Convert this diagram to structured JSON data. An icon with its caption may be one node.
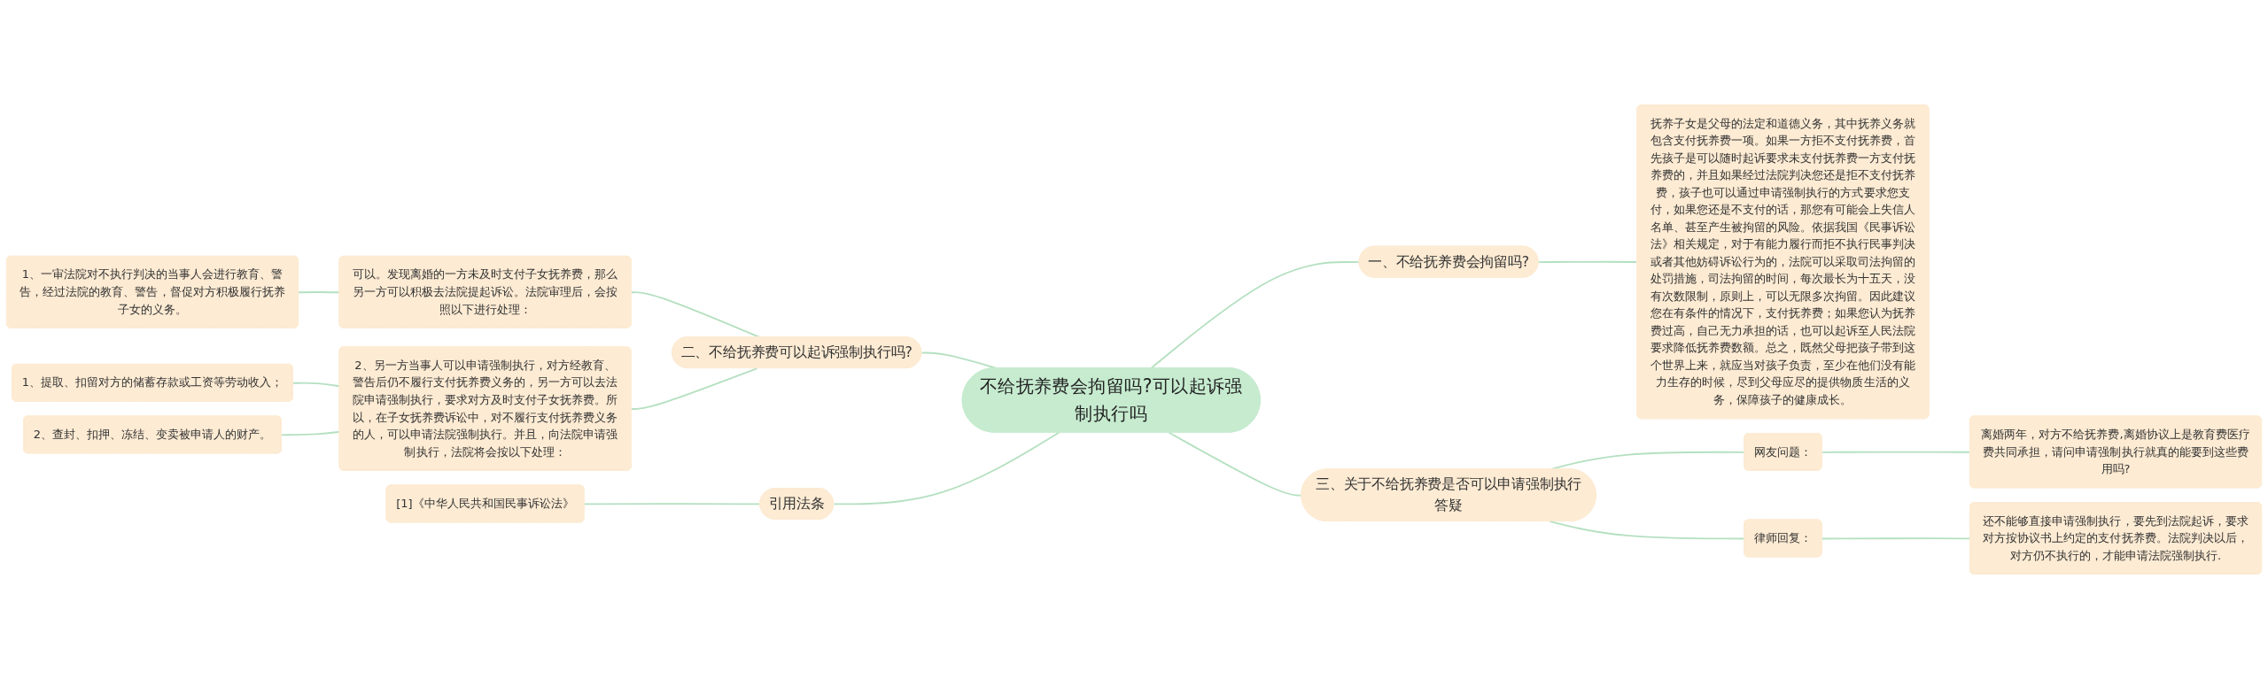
{
  "diagram": {
    "nodes": [
      {
        "text": [
          "不给抚养费会拘留吗?可以起诉强制执行吗"
        ]
      },
      {
        "text": [
          "一、不给抚养费会拘留吗?"
        ]
      },
      {
        "text": [
          "抚养子女是父母的法定和道德义务，其中抚养义务就包含支付抚养费一项。如果一方拒不支付抚养费，首先孩子是可以随时起诉要求未支付抚养费一方支付抚养费的，并且如果经过法院判决您还是拒不支付抚养费，孩子也可以通过申请强制执行的方式要求您支付，如果您还是不支付的话，那您有可能会上失信人名单、甚至产生被拘留的风险。依据我国《民事诉讼法》相关规定，对于有能力履行而拒不执行民事判决或者其他妨碍诉讼行为的，法院可以采取司法拘留的处罚措施，司法拘留的时间，每次最长为十五天，没有次数限制，原则上，可以无限多次拘留。因此建议您在有条件的情况下，支付抚养费；如果您认为抚养费过高，自己无力承担的话，也可以起诉至人民法院要求降低抚养费数额。总之，既然父母把孩子带到这个世界上来，就应当对孩子负责，至少在他们没有能力生存的时候，尽到父母应尽的提供物质生活的义务，保障孩子的健康成长。"
        ]
      },
      {
        "text": [
          "二、不给抚养费可以起诉强制执行吗?"
        ]
      },
      {
        "text": [
          "可以。发现离婚的一方未及时支付子女抚养费，那么另一方可以积极去法院提起诉讼。法院审理后，会按照以下进行处理："
        ]
      },
      {
        "text": [
          "1、一审法院对不执行判决的当事人会进行教育、警告，经过法院的教育、警告，督促对方积极履行抚养子女的义务。"
        ]
      },
      {
        "text": [
          "2、另一方当事人可以申请强制执行，对方经教育、警告后仍不履行支付抚养费义务的，另一方可以去法院申请强制执行，要求对方及时支付子女抚养费。所以，在子女抚养费诉讼中，对不履行支付抚养费义务的人，可以申请法院强制执行。并且，向法院申请强制执行，法院将会按以下处理："
        ]
      },
      {
        "text": [
          "1、提取、扣留对方的储蓄存款或工资等劳动收入；"
        ]
      },
      {
        "text": [
          "2、查封、扣押、冻结、变卖被申请人的财产。"
        ]
      },
      {
        "text": [
          "引用法条"
        ]
      },
      {
        "text": [
          "[1]《中华人民共和国民事诉讼法》"
        ]
      },
      {
        "text": [
          "三、关于不给抚养费是否可以申请强制执行答疑"
        ]
      },
      {
        "text": [
          "网友问题："
        ]
      },
      {
        "text": [
          "离婚两年，对方不给抚养费,离婚协议上是教育费医疗费共同承担，请问申请强制执行就真的能要到这些费用吗?"
        ]
      },
      {
        "text": [
          "律师回复："
        ]
      },
      {
        "text": [
          "还不能够直接申请强制执行，要先到法院起诉，要求对方按协议书上约定的支付抚养费。法院判决以后，对方仍不执行的，才能申请法院强制执行."
        ]
      }
    ],
    "edges": [
      {
        "from": 0,
        "to": 1,
        "arrow": "none"
      },
      {
        "from": 1,
        "to": 2,
        "arrow": "none"
      },
      {
        "from": 0,
        "to": 3,
        "arrow": "none"
      },
      {
        "from": 3,
        "to": 4,
        "arrow": "none"
      },
      {
        "from": 4,
        "to": 5,
        "arrow": "none"
      },
      {
        "from": 3,
        "to": 6,
        "arrow": "none"
      },
      {
        "from": 6,
        "to": 7,
        "arrow": "none"
      },
      {
        "from": 6,
        "to": 8,
        "arrow": "none"
      },
      {
        "from": 0,
        "to": 9,
        "arrow": "none"
      },
      {
        "from": 9,
        "to": 10,
        "arrow": "none"
      },
      {
        "from": 0,
        "to": 11,
        "arrow": "none"
      },
      {
        "from": 11,
        "to": 12,
        "arrow": "none"
      },
      {
        "from": 12,
        "to": 13,
        "arrow": "none"
      },
      {
        "from": 11,
        "to": 14,
        "arrow": "none"
      },
      {
        "from": 14,
        "to": 15,
        "arrow": "none"
      }
    ]
  }
}
